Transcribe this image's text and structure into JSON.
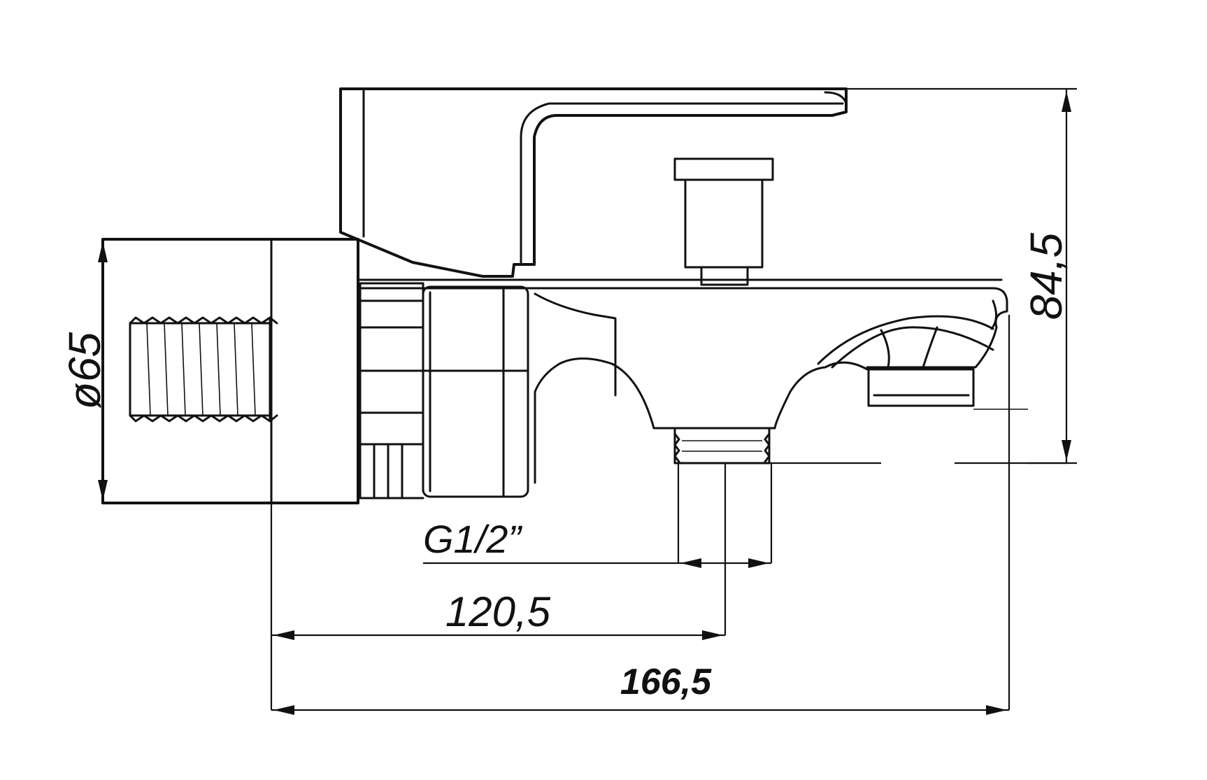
{
  "dimensions": {
    "diameter": "ø65",
    "height": "84,5",
    "thread": "G1/2”",
    "outlet_offset": "120,5",
    "overall_length": "166,5"
  },
  "colors": {
    "line": "#111111",
    "background": "#ffffff"
  }
}
